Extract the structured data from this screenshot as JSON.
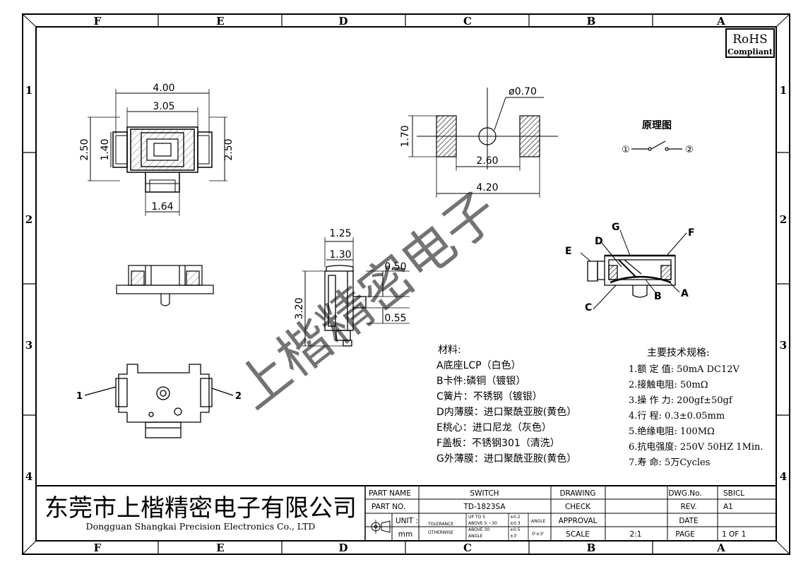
{
  "border": {
    "columns": [
      "F",
      "E",
      "D",
      "C",
      "B",
      "A"
    ],
    "rows": [
      "1",
      "2",
      "3",
      "4"
    ]
  },
  "rohs": {
    "line1": "RoHS",
    "line2": "Compliant"
  },
  "watermark": "上楷精密电子",
  "top_view": {
    "dim_width": "4.00",
    "dim_inner": "3.05",
    "dim_height_left": "2.50",
    "dim_height_right": "2.50",
    "dim_cap": "1.40",
    "dim_actuator": "1.64"
  },
  "pad_layout": {
    "dim_hole": "ø0.70",
    "dim_pad_height": "1.70",
    "dim_gap": "2.60",
    "dim_total": "4.20"
  },
  "side_view": {
    "dim_top": "1.25",
    "dim_body": "1.30",
    "dim_lead": "0.50",
    "dim_foot": "0.55",
    "dim_height": "3.20"
  },
  "bottom_view": {
    "pin1": "1",
    "pin2": "2"
  },
  "schematic": {
    "title": "原理图",
    "pin1": "①",
    "pin2": "②"
  },
  "section_labels": {
    "a": "A",
    "b": "B",
    "c": "C",
    "d": "D",
    "e": "E",
    "f": "F",
    "g": "G"
  },
  "materials": {
    "title": "材料:",
    "items": [
      "A底座LCP（白色）",
      "B卡件:磷铜（镀银）",
      "C簧片：不锈钢（镀银）",
      "D内薄膜：进口聚酰亚胺(黄色）",
      "E桃心：进口尼龙（灰色）",
      "F盖板：不锈钢301（清洗）",
      "G外薄膜：进口聚酰亚胺(黄色）"
    ]
  },
  "specs": {
    "title": "主要技术规格:",
    "items": [
      "1.额 定 值: 50mA DC12V",
      "2.接触电阻: 50mΩ",
      "3.操 作 力: 200gf±50gf",
      "4.行    程: 0.3±0.05mm",
      "5.绝缘电阻: 100MΩ",
      "6.抗电强度: 250V 50HZ 1Min.",
      "7.寿    命: 5万Cycles"
    ]
  },
  "title_block": {
    "company_cn": "东莞市上楷精密电子有限公司",
    "company_en": "Dongguan Shangkai Precision Electronics Co., LTD",
    "part_name_label": "PART NAME",
    "part_name": "SWITCH",
    "part_no_label": "PART NO.",
    "part_no": "TD-1823SA",
    "unit_label": "UNIT :",
    "unit": "mm",
    "tolerance_label": "TOLERANCE",
    "otherwise_label": "OTHERWISE",
    "tol_up_to": "UP TO 5",
    "tol_above5": "ABOVE 5 ~30",
    "tol_above30": "ABOVE 30",
    "tol_angle": "ANGLE",
    "tol_v1": "±0.2",
    "tol_v2": "±0.3",
    "tol_v3": "±0.5",
    "tol_v4": "±3'",
    "angle_label": "ANGLE",
    "angle_value": "0'±3'",
    "drawing_label": "DRAWING",
    "check_label": "CHECK",
    "approval_label": "APPROVAL",
    "scale_label": "SCALE",
    "scale": "2:1",
    "dwg_no_label": "DWG.No.",
    "dwg_no": "SBICL",
    "rev_label": "REV.",
    "rev": "A1",
    "date_label": "DATE",
    "date": "",
    "page_label": "PAGE",
    "page": "1 OF 1"
  }
}
